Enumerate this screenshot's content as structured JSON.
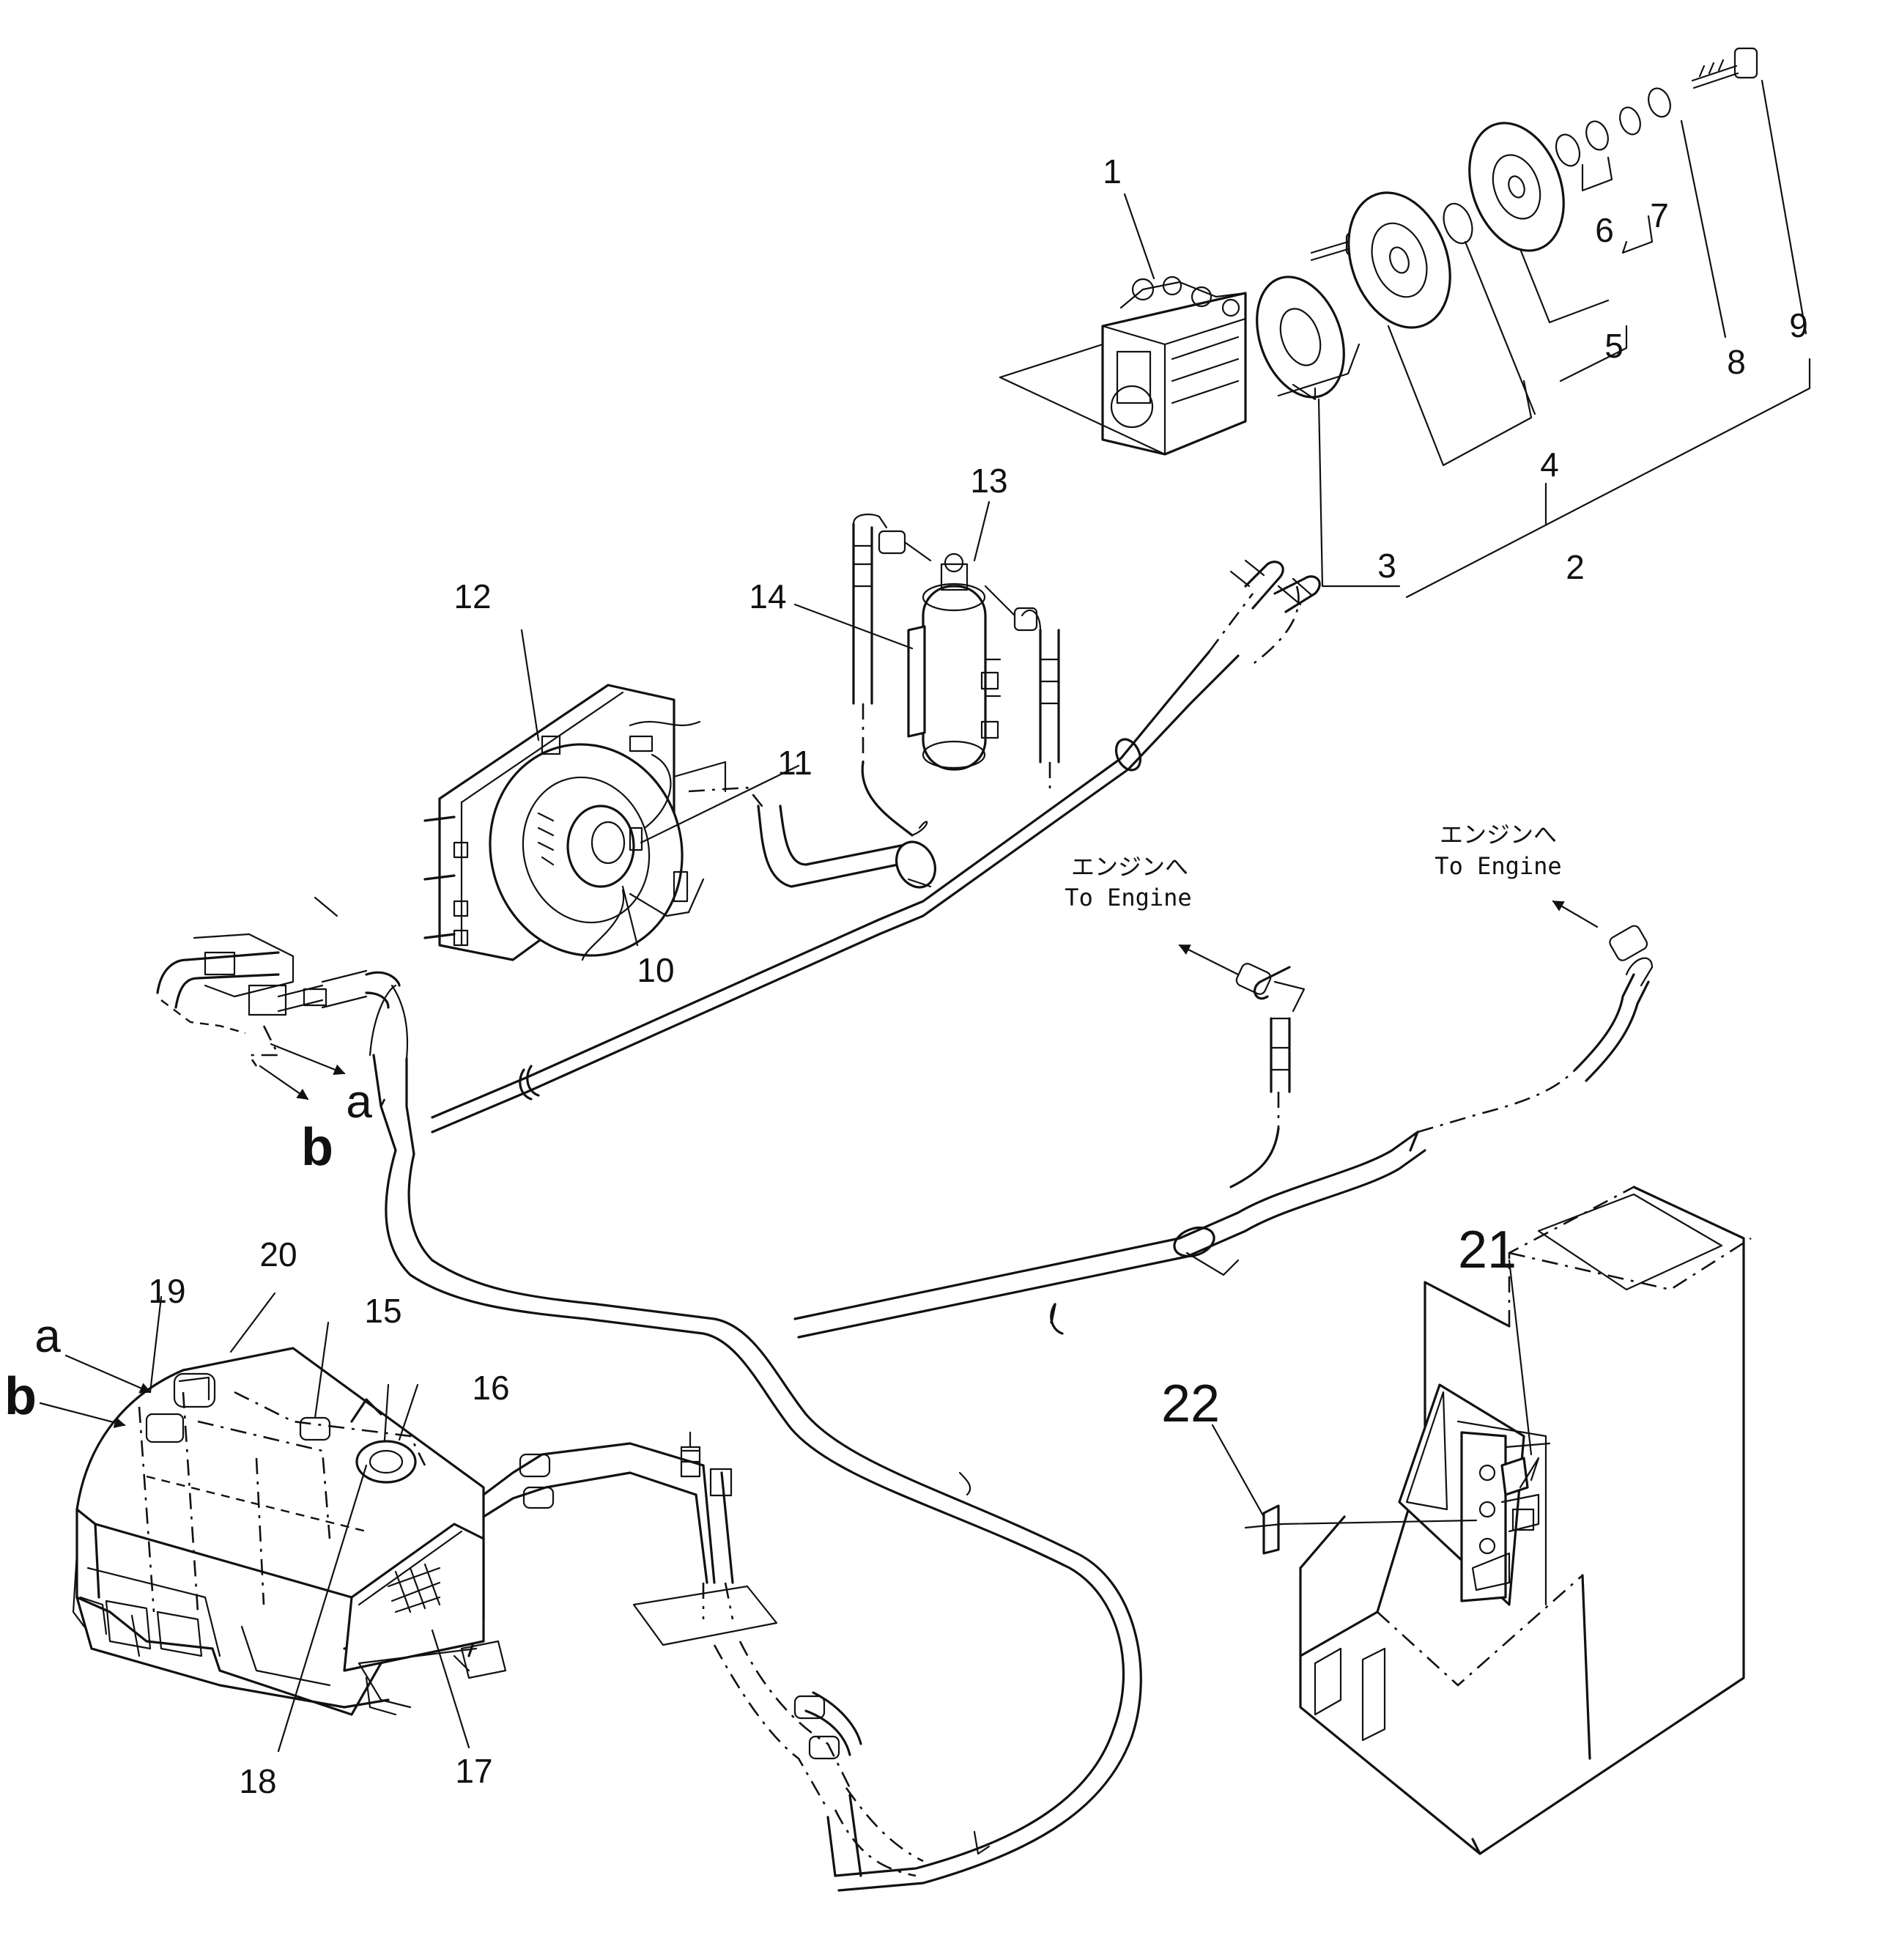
{
  "callouts": {
    "c1": "1",
    "c2": "2",
    "c3": "3",
    "c4": "4",
    "c5": "5",
    "c6": "6",
    "c7": "7",
    "c8": "8",
    "c9": "9",
    "c10": "10",
    "c11": "11",
    "c12": "12",
    "c13": "13",
    "c14": "14",
    "c15": "15",
    "c16": "16",
    "c17": "17",
    "c18": "18",
    "c19": "19",
    "c20": "20",
    "c21": "21",
    "c22": "22"
  },
  "connectors": {
    "a_upper": "a",
    "b_upper": "b",
    "a_lower": "a",
    "b_lower": "b"
  },
  "notes": {
    "to_engine_left_jp": "エンジンへ",
    "to_engine_left_en": "To Engine",
    "to_engine_right_jp": "エンジンへ",
    "to_engine_right_en": "To Engine"
  }
}
